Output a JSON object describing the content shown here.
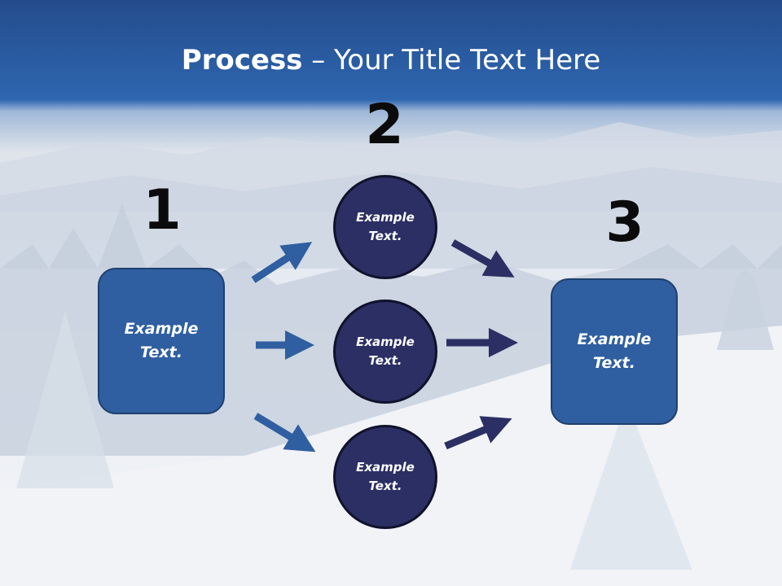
{
  "title": {
    "bold": "Process",
    "rest": " – Your Title Text Here"
  },
  "steps": [
    {
      "number": "1",
      "label_line1": "Example",
      "label_line2": "Text."
    },
    {
      "number": "2"
    },
    {
      "number": "3",
      "label_line1": "Example",
      "label_line2": "Text."
    }
  ],
  "circles": [
    {
      "line1": "Example",
      "line2": "Text."
    },
    {
      "line1": "Example",
      "line2": "Text."
    },
    {
      "line1": "Example",
      "line2": "Text."
    }
  ],
  "colors": {
    "box": "#2f5fa0",
    "circle": "#2b2f63",
    "arrow_light": "#2f5fa0",
    "arrow_dark": "#2b2f63",
    "header": "#2a5ea6"
  }
}
